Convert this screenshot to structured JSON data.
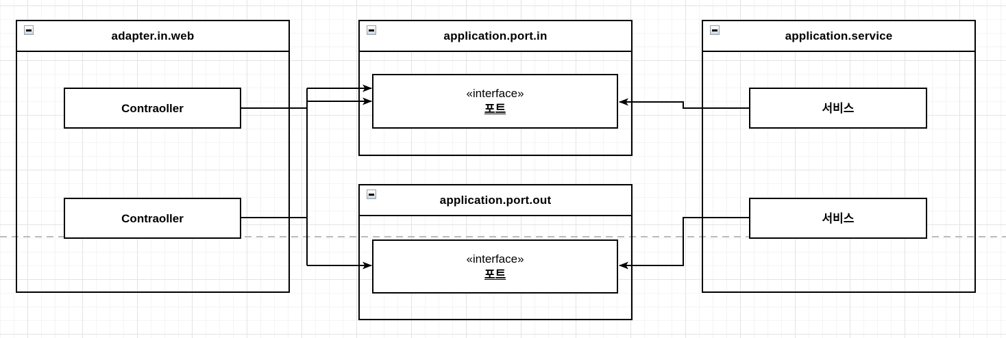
{
  "packages": {
    "adapterInWeb": {
      "title": "adapter.in.web"
    },
    "applicationPortIn": {
      "title": "application.port.in"
    },
    "applicationPortOut": {
      "title": "application.port.out"
    },
    "applicationService": {
      "title": "application.service"
    }
  },
  "nodes": {
    "controller1": {
      "label": "Contraoller"
    },
    "controller2": {
      "label": "Contraoller"
    },
    "portInInterface": {
      "stereotype": "«interface»",
      "label": "포트"
    },
    "portOutInterface": {
      "stereotype": "«interface»",
      "label": "포트"
    },
    "service1": {
      "label": "서비스"
    },
    "service2": {
      "label": "서비스"
    }
  },
  "icons": {
    "collapse": "minus-icon"
  },
  "colors": {
    "stroke": "#000000",
    "nodeFill": "#ffffff",
    "laneTitleFill": "#ffffff",
    "pageBreak": "#b9b9b9",
    "gridMinor": "#f4f4f4",
    "gridMajor": "#e3e3e3",
    "collapseBorder": "#94a0ac",
    "collapseFillTop": "#ffffff",
    "collapseFillBottom": "#c9d2da"
  }
}
